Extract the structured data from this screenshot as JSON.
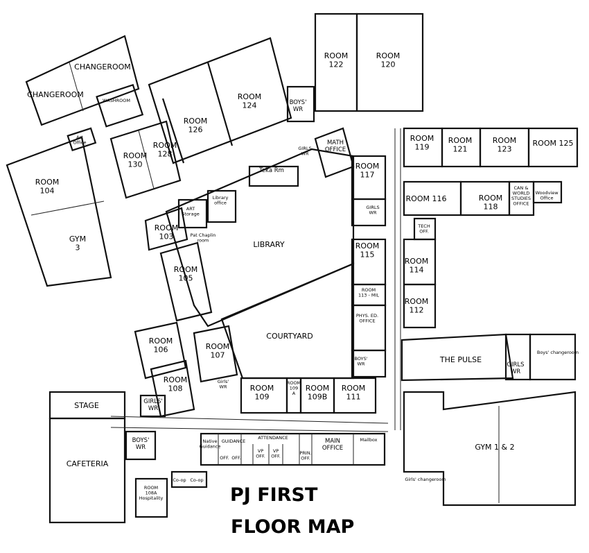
{
  "title": {
    "line1": "PJ FIRST",
    "line2": "FLOOR MAP"
  },
  "rooms": {
    "room122": "ROOM\n122",
    "room120": "ROOM\n120",
    "changeroom_top": "CHANGEROOM",
    "changeroom_left": "CHANGEROOM",
    "washroom": "WASHROOM",
    "boys_wr_top": "BOYS'\nWR",
    "room124": "ROOM\n124",
    "room126": "ROOM\n126",
    "room128": "ROOM\n128",
    "room130": "ROOM\n130",
    "art_office": "Art\nOffice",
    "room104": "ROOM\n104",
    "gym3": "GYM\n3",
    "math_office": "MATH\nOFFICE",
    "girls_wr_small": "GIRLS\nWR",
    "teka_rm": "Teka Rm",
    "library_office": "Library\noffice",
    "art_storage": "ART\nStorage",
    "pat_chaplin": "Pat Chaplin\nroom",
    "library": "LIBRARY",
    "room103": "ROOM\n103",
    "room105": "ROOM\n105",
    "room117": "ROOM\n117",
    "girls_wr_117": "GIRLS\nWR",
    "room115": "ROOM\n115",
    "room119": "ROOM\n119",
    "room121": "ROOM\n121",
    "room123": "ROOM\n123",
    "room125": "ROOM 125",
    "room116": "ROOM 116",
    "room118": "ROOM\n118",
    "can_world": "CAN &\nWORLD\nSTUDIES\nOFFICE",
    "woodview": "Woodview\nOffice",
    "tech_off": "TECH\nOFF.",
    "room114": "ROOM\n114",
    "room112": "ROOM\n112",
    "room113": "ROOM\n113 - MIL",
    "phys_ed": "PHYS. ED.\nOFFICE",
    "courtyard": "COURTYARD",
    "room106": "ROOM\n106",
    "room107": "ROOM\n107",
    "room108": "ROOM\n108",
    "girls_wr_108": "Girls'\nWR",
    "boys_wr_mid": "BOYS'\nWR",
    "room109": "ROOM\n109",
    "room109a": "ROOM\n109\nA",
    "room109b": "ROOM\n109B",
    "room111": "ROOM\n111",
    "the_pulse": "THE PULSE",
    "girls_wr_pulse": "GIRLS\nWR",
    "boys_changeroom": "Boys' changeroom",
    "stage": "STAGE",
    "girls_wr_stage": "GIRLS'\nWR",
    "cafeteria": "CAFETERIA",
    "boys_wr_caf": "BOYS'\nWR",
    "room108a": "ROOM\n108A\nHospitality",
    "coop1": "Co-op",
    "coop2": "Co-op",
    "native_guidance": "Native\nGuidance",
    "guidance": "GUIDANCE",
    "attendance": "ATTENDANCE",
    "off1": "OFF.",
    "off2": "OFF.",
    "vp_off1": "VP\nOFF.",
    "vp_off2": "VP\nOFF.",
    "prin_off": "PRIN.\nOFF.",
    "main_office": "MAIN\nOFFICE",
    "mailbox": "Mailbox",
    "gym12": "GYM 1 & 2",
    "girls_changeroom": "Girls' changeroom"
  }
}
